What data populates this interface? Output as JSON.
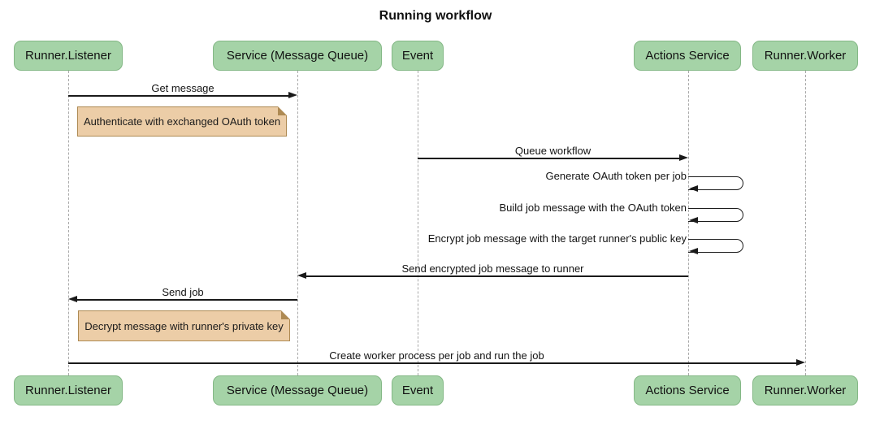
{
  "diagram_type": "sequence",
  "title": "Running workflow",
  "actors": [
    {
      "label": "Runner.Listener"
    },
    {
      "label": "Service (Message Queue)"
    },
    {
      "label": "Event"
    },
    {
      "label": "Actions Service"
    },
    {
      "label": "Runner.Worker"
    }
  ],
  "messages": [
    {
      "label": "Get message",
      "from": "Runner.Listener",
      "to": "Service (Message Queue)",
      "kind": "arrow"
    },
    {
      "label": "Queue workflow",
      "from": "Event",
      "to": "Actions Service",
      "kind": "arrow"
    },
    {
      "label": "Generate OAuth token per job",
      "from": "Actions Service",
      "to": "Actions Service",
      "kind": "self"
    },
    {
      "label": "Build job message with the OAuth token",
      "from": "Actions Service",
      "to": "Actions Service",
      "kind": "self"
    },
    {
      "label": "Encrypt job message with the target runner's public key",
      "from": "Actions Service",
      "to": "Actions Service",
      "kind": "self"
    },
    {
      "label": "Send encrypted job message to runner",
      "from": "Actions Service",
      "to": "Service (Message Queue)",
      "kind": "arrow"
    },
    {
      "label": "Send job",
      "from": "Service (Message Queue)",
      "to": "Runner.Listener",
      "kind": "arrow"
    },
    {
      "label": "Create worker process per job and run the job",
      "from": "Runner.Listener",
      "to": "Runner.Worker",
      "kind": "arrow"
    }
  ],
  "notes": [
    {
      "text": "Authenticate with exchanged OAuth token",
      "near": "Runner.Listener"
    },
    {
      "text": "Decrypt message with runner's private key",
      "near": "Runner.Listener"
    }
  ],
  "colors": {
    "actor_fill": "#a5d3a7",
    "actor_border": "#84b886",
    "note_fill": "#eccda7",
    "note_border": "#ae8a53",
    "line": "#1a1a1a"
  }
}
